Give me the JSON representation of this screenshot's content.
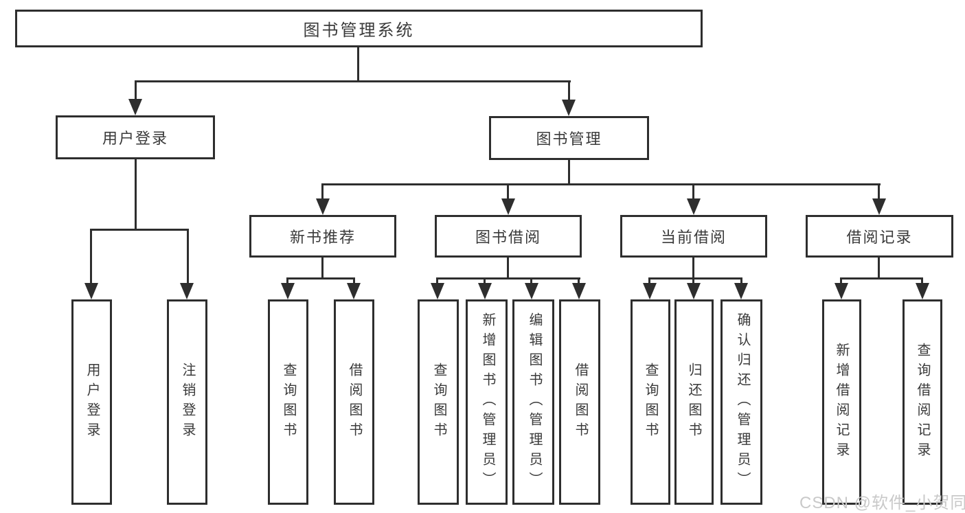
{
  "diagram": {
    "root": {
      "label": "图书管理系统"
    },
    "branches": [
      {
        "label": "用户登录",
        "children": [
          {
            "label": "用户登录"
          },
          {
            "label": "注销登录"
          }
        ]
      },
      {
        "label": "图书管理",
        "children": [
          {
            "label": "新书推荐",
            "children": [
              {
                "label": "查询图书"
              },
              {
                "label": "借阅图书"
              }
            ]
          },
          {
            "label": "图书借阅",
            "children": [
              {
                "label": "查询图书"
              },
              {
                "label": "新增图书（管理员）"
              },
              {
                "label": "编辑图书（管理员）"
              },
              {
                "label": "借阅图书"
              }
            ]
          },
          {
            "label": "当前借阅",
            "children": [
              {
                "label": "查询图书"
              },
              {
                "label": "归还图书"
              },
              {
                "label": "确认归还（管理员）"
              }
            ]
          },
          {
            "label": "借阅记录",
            "children": [
              {
                "label": "新增借阅记录"
              },
              {
                "label": "查询借阅记录"
              }
            ]
          }
        ]
      }
    ]
  },
  "watermark": {
    "text": "CSDN @软件_小贺同学"
  },
  "colors": {
    "line": "#2e2e2e",
    "text": "#3a3a3a",
    "watermark": "#c9c9c9",
    "background": "#ffffff"
  }
}
